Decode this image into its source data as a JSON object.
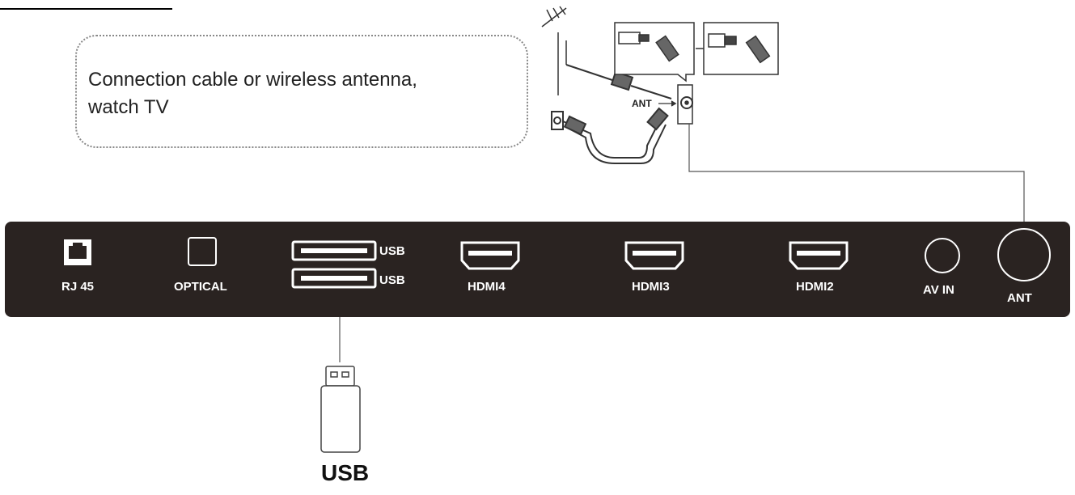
{
  "callout": {
    "line1": "Connection cable or wireless antenna,",
    "line2": "watch TV"
  },
  "antenna_inset": {
    "ant_label": "ANT"
  },
  "panel": {
    "ports": {
      "rj45": "RJ 45",
      "optical": "OPTICAL",
      "usb_a": "USB",
      "usb_b": "USB",
      "hdmi4": "HDMI4",
      "hdmi3": "HDMI3",
      "hdmi2": "HDMI2",
      "av_in": "AV IN",
      "ant": "ANT"
    }
  },
  "usb_device": {
    "label": "USB"
  },
  "colors": {
    "panel": "#2a2321",
    "port": "#ffffff",
    "line": "#444444"
  }
}
